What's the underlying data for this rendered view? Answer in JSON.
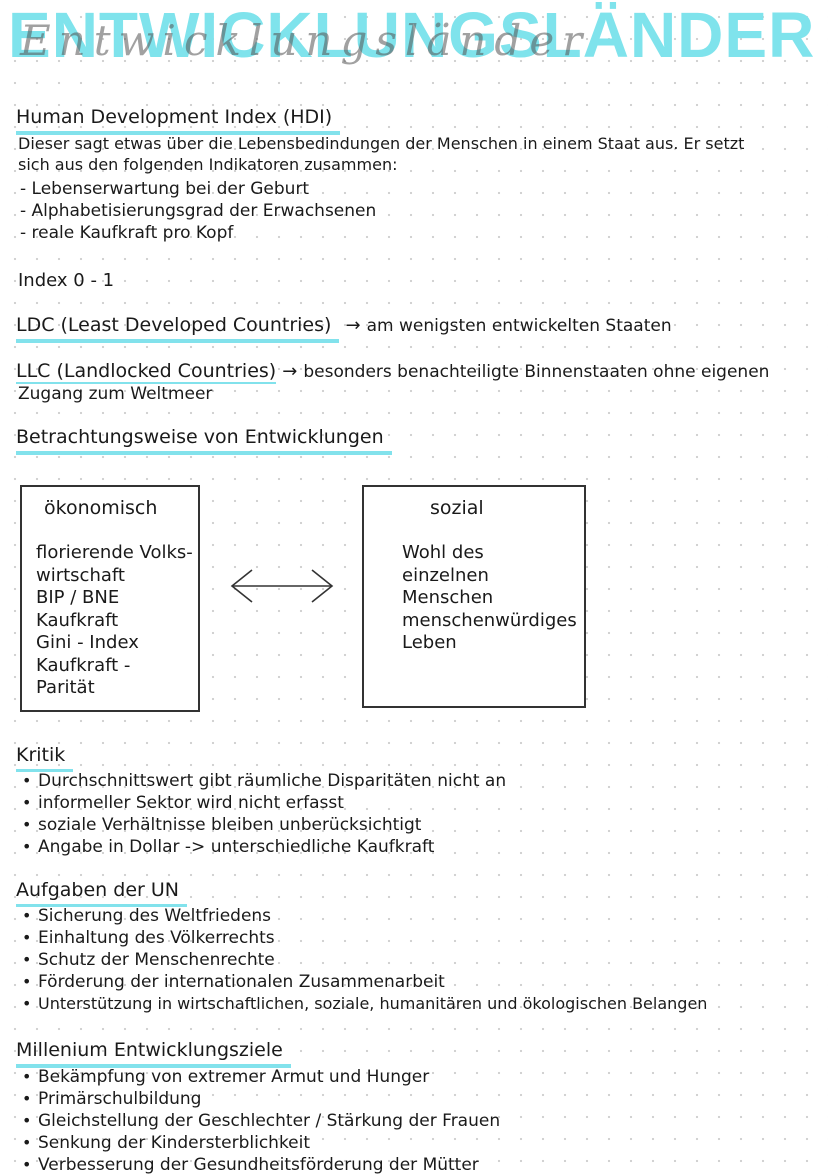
{
  "title": "ENTWICKLUNGSLÄNDER",
  "title_script": "Entwicklungsländer",
  "hdi": {
    "heading": "Human Development Index (HDI)",
    "intro": [
      "Dieser sagt etwas über die Lebensbedindungen der Menschen in einem Staat aus. Er setzt",
      "sich aus den folgenden Indikatoren zusammen:"
    ],
    "indicators": [
      "Lebenserwartung bei der Geburt",
      "Alphabetisierungsgrad der Erwachsenen",
      "reale Kaufkraft pro Kopf"
    ],
    "index_range": "Index 0 - 1"
  },
  "ldc": {
    "term": "LDC (Least Developed Countries)",
    "arrow": "→",
    "definition": "am wenigsten entwickelten Staaten"
  },
  "llc": {
    "term": "LLC (Landlocked Countries)",
    "arrow": "→",
    "definition_line1": "besonders benachteiligte Binnenstaaten ohne eigenen",
    "definition_line2": "Zugang zum Weltmeer"
  },
  "betrachtung": {
    "heading": "Betrachtungsweise von Entwicklungen",
    "oekonomisch": {
      "label": "ökonomisch",
      "items": [
        "florierende Volks-",
        "wirtschaft",
        "BIP / BNE",
        "Kaufkraft",
        "Gini - Index",
        "Kaufkraft -",
        "Parität"
      ]
    },
    "sozial": {
      "label": "sozial",
      "items": [
        "Wohl des",
        "einzelnen",
        "Menschen",
        "menschenwürdiges",
        "Leben"
      ]
    },
    "arrow_symbol": "⟷"
  },
  "kritik": {
    "heading": "Kritik",
    "items": [
      "Durchschnittswert gibt räumliche Disparitäten nicht an",
      "informeller Sektor wird nicht erfasst",
      "soziale Verhältnisse bleiben unberücksichtigt",
      "Angabe in Dollar -> unterschiedliche Kaufkraft"
    ]
  },
  "un": {
    "heading": "Aufgaben der UN",
    "items": [
      "Sicherung des Weltfriedens",
      "Einhaltung des Völkerrechts",
      "Schutz der Menschenrechte",
      "Förderung der internationalen Zusammenarbeit",
      "Unterstützung in wirtschaftlichen, soziale, humanitären und ökologischen Belangen"
    ]
  },
  "mdg": {
    "heading": "Millenium Entwicklungsziele",
    "items": [
      "Bekämpfung von extremer Armut und Hunger",
      "Primärschulbildung",
      "Gleichstellung der Geschlechter / Stärkung der Frauen",
      "Senkung der Kindersterblichkeit",
      "Verbesserung der Gesundheitsförderung der Mütter"
    ]
  },
  "colors": {
    "highlight": "#82e2ec",
    "title": "#7fe3ec",
    "ink": "#1a1a1a"
  }
}
